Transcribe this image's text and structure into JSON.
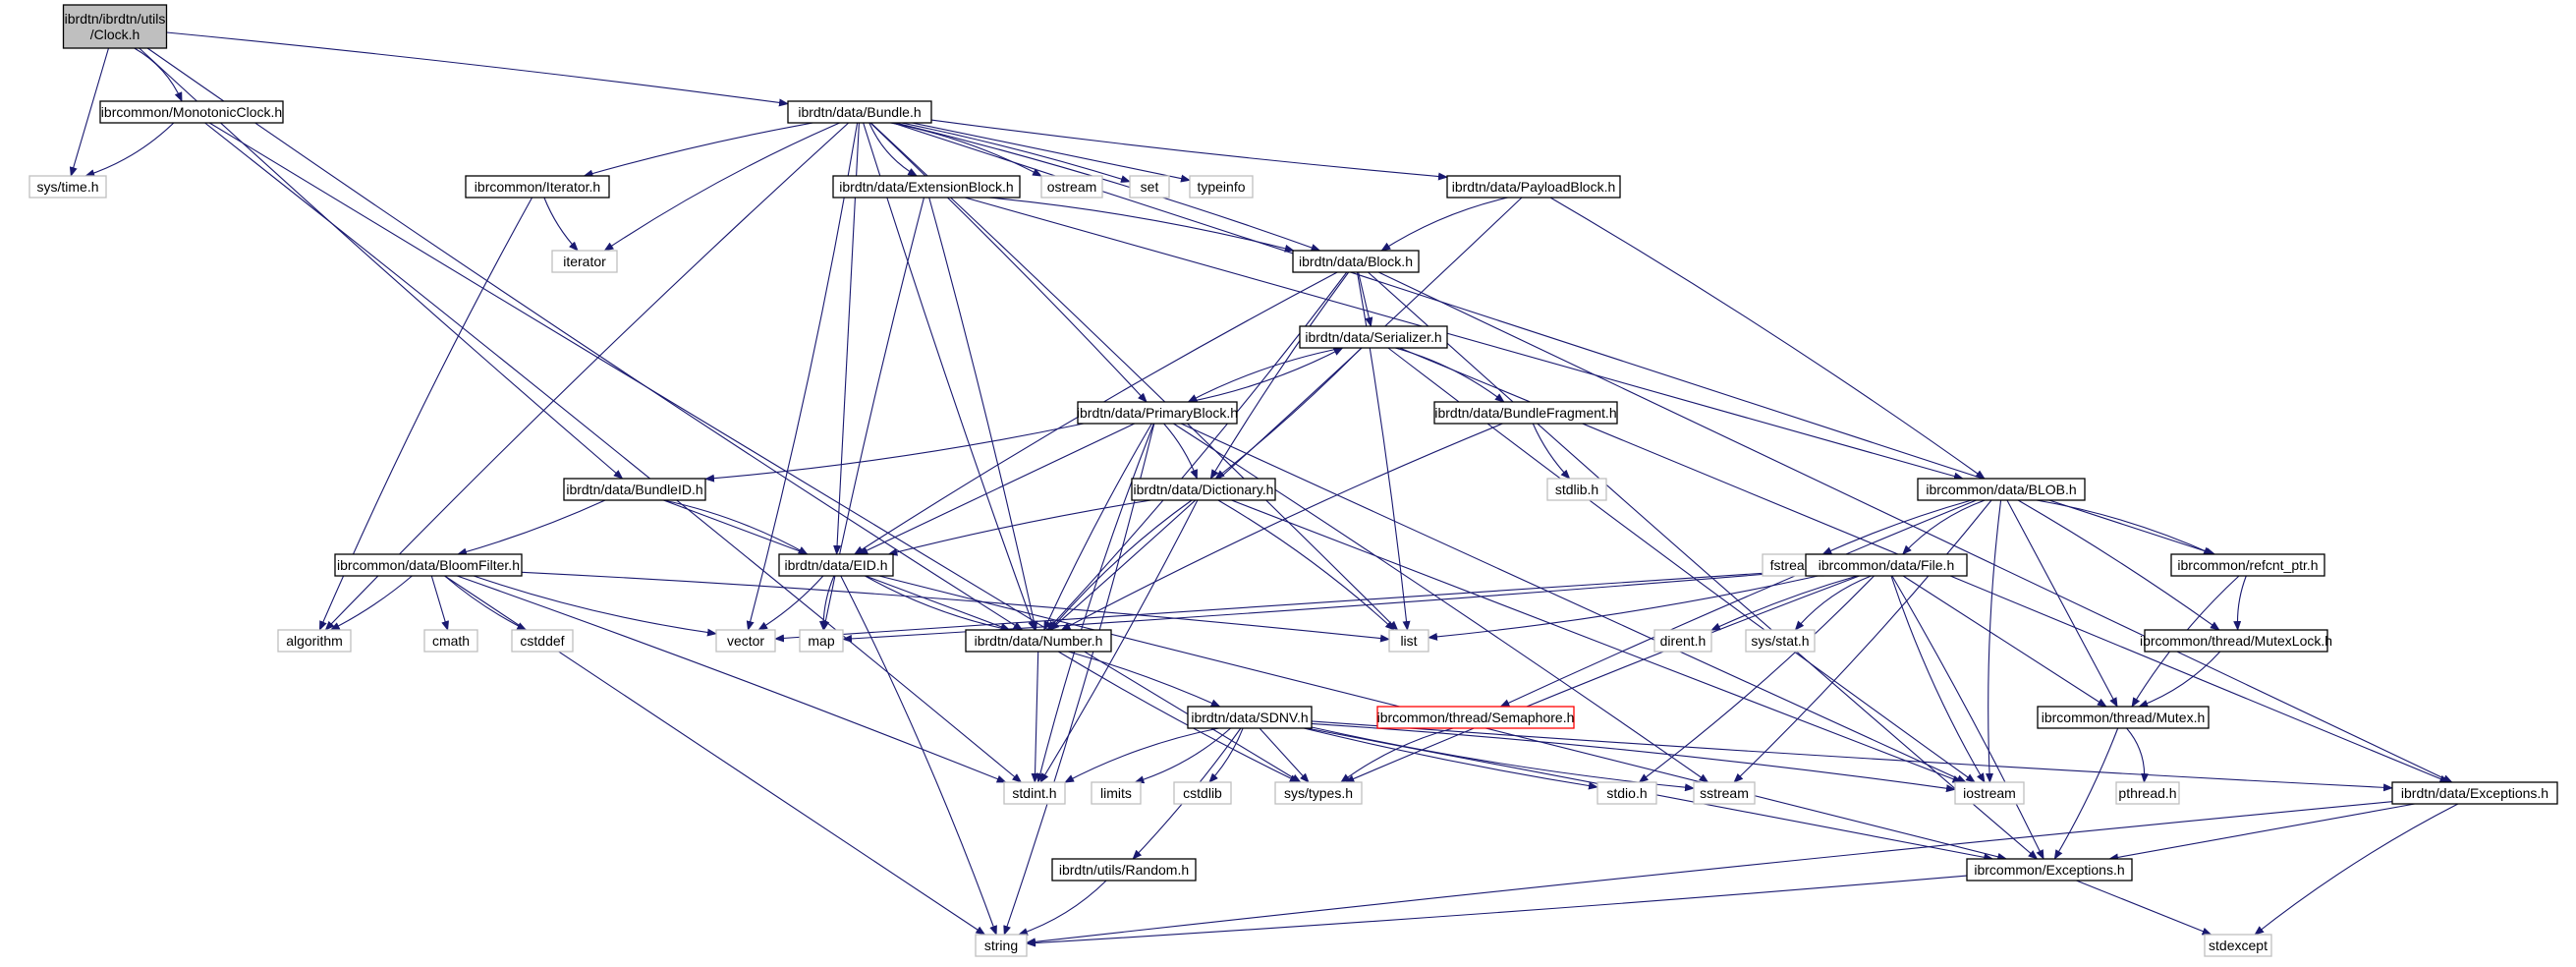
{
  "colors": {
    "edge": "#191970",
    "arrow": "#191970",
    "root_fill": "#bfbfbf",
    "root_border": "#000000",
    "documented_border": "#000000",
    "external_border": "#bfbfbf",
    "missing_border": "#ff0000",
    "node_fill": "#ffffff"
  },
  "nodes": [
    {
      "id": "clock",
      "kind": "root",
      "label": "ibrdtn/ibrdtn/utils\n/Clock.h"
    },
    {
      "id": "monotonic",
      "kind": "documented",
      "label": "ibrcommon/MonotonicClock.h"
    },
    {
      "id": "bundle",
      "kind": "documented",
      "label": "ibrdtn/data/Bundle.h"
    },
    {
      "id": "systime",
      "kind": "external",
      "label": "sys/time.h"
    },
    {
      "id": "iteratorh",
      "kind": "documented",
      "label": "ibrcommon/Iterator.h"
    },
    {
      "id": "extblock",
      "kind": "documented",
      "label": "ibrdtn/data/ExtensionBlock.h"
    },
    {
      "id": "ostream",
      "kind": "external",
      "label": "ostream"
    },
    {
      "id": "set",
      "kind": "external",
      "label": "set"
    },
    {
      "id": "typeinfo",
      "kind": "external",
      "label": "typeinfo"
    },
    {
      "id": "payload",
      "kind": "documented",
      "label": "ibrdtn/data/PayloadBlock.h"
    },
    {
      "id": "iterator",
      "kind": "external",
      "label": "iterator"
    },
    {
      "id": "block",
      "kind": "documented",
      "label": "ibrdtn/data/Block.h"
    },
    {
      "id": "serializer",
      "kind": "documented",
      "label": "ibrdtn/data/Serializer.h"
    },
    {
      "id": "primary",
      "kind": "documented",
      "label": "ibrdtn/data/PrimaryBlock.h"
    },
    {
      "id": "fragment",
      "kind": "documented",
      "label": "ibrdtn/data/BundleFragment.h"
    },
    {
      "id": "stdlib",
      "kind": "external",
      "label": "stdlib.h"
    },
    {
      "id": "bundleid",
      "kind": "documented",
      "label": "ibrdtn/data/BundleID.h"
    },
    {
      "id": "dictionary",
      "kind": "documented",
      "label": "ibrdtn/data/Dictionary.h"
    },
    {
      "id": "blob",
      "kind": "documented",
      "label": "ibrcommon/data/BLOB.h"
    },
    {
      "id": "fstream",
      "kind": "external",
      "label": "fstream"
    },
    {
      "id": "bloom",
      "kind": "documented",
      "label": "ibrcommon/data/BloomFilter.h"
    },
    {
      "id": "eid",
      "kind": "documented",
      "label": "ibrdtn/data/EID.h"
    },
    {
      "id": "file",
      "kind": "documented",
      "label": "ibrcommon/data/File.h"
    },
    {
      "id": "refcnt",
      "kind": "documented",
      "label": "ibrcommon/refcnt_ptr.h"
    },
    {
      "id": "algorithm",
      "kind": "external",
      "label": "algorithm"
    },
    {
      "id": "cmath",
      "kind": "external",
      "label": "cmath"
    },
    {
      "id": "cstddef",
      "kind": "external",
      "label": "cstddef"
    },
    {
      "id": "vector",
      "kind": "external",
      "label": "vector"
    },
    {
      "id": "map",
      "kind": "external",
      "label": "map"
    },
    {
      "id": "number",
      "kind": "documented",
      "label": "ibrdtn/data/Number.h"
    },
    {
      "id": "list",
      "kind": "external",
      "label": "list"
    },
    {
      "id": "dirent",
      "kind": "external",
      "label": "dirent.h"
    },
    {
      "id": "sysstat",
      "kind": "external",
      "label": "sys/stat.h"
    },
    {
      "id": "mutexlock",
      "kind": "documented",
      "label": "ibrcommon/thread/MutexLock.h"
    },
    {
      "id": "sdnv",
      "kind": "documented",
      "label": "ibrdtn/data/SDNV.h"
    },
    {
      "id": "semaphore",
      "kind": "missing",
      "label": "ibrcommon/thread/Semaphore.h"
    },
    {
      "id": "mutex",
      "kind": "documented",
      "label": "ibrcommon/thread/Mutex.h"
    },
    {
      "id": "stdint",
      "kind": "external",
      "label": "stdint.h"
    },
    {
      "id": "limits",
      "kind": "external",
      "label": "limits"
    },
    {
      "id": "cstdlib",
      "kind": "external",
      "label": "cstdlib"
    },
    {
      "id": "systypes",
      "kind": "external",
      "label": "sys/types.h"
    },
    {
      "id": "stdio",
      "kind": "external",
      "label": "stdio.h"
    },
    {
      "id": "sstream",
      "kind": "external",
      "label": "sstream"
    },
    {
      "id": "iostream",
      "kind": "external",
      "label": "iostream"
    },
    {
      "id": "pthread",
      "kind": "external",
      "label": "pthread.h"
    },
    {
      "id": "dataexc",
      "kind": "documented",
      "label": "ibrdtn/data/Exceptions.h"
    },
    {
      "id": "random",
      "kind": "documented",
      "label": "ibrdtn/utils/Random.h"
    },
    {
      "id": "exceptions",
      "kind": "documented",
      "label": "ibrcommon/Exceptions.h"
    },
    {
      "id": "string",
      "kind": "external",
      "label": "string"
    },
    {
      "id": "stdexcept",
      "kind": "external",
      "label": "stdexcept"
    }
  ],
  "edges": [
    [
      "clock",
      "monotonic"
    ],
    [
      "clock",
      "bundle"
    ],
    [
      "clock",
      "systime"
    ],
    [
      "clock",
      "bundleid"
    ],
    [
      "clock",
      "number"
    ],
    [
      "monotonic",
      "systime"
    ],
    [
      "monotonic",
      "stdint"
    ],
    [
      "monotonic",
      "systypes"
    ],
    [
      "bundle",
      "iteratorh"
    ],
    [
      "bundle",
      "extblock"
    ],
    [
      "bundle",
      "ostream"
    ],
    [
      "bundle",
      "set"
    ],
    [
      "bundle",
      "typeinfo"
    ],
    [
      "bundle",
      "payload"
    ],
    [
      "bundle",
      "iterator"
    ],
    [
      "bundle",
      "block"
    ],
    [
      "bundle",
      "primary"
    ],
    [
      "bundle",
      "eid"
    ],
    [
      "bundle",
      "number"
    ],
    [
      "bundle",
      "algorithm"
    ],
    [
      "bundle",
      "vector"
    ],
    [
      "bundle",
      "list"
    ],
    [
      "bundle",
      "refcnt"
    ],
    [
      "iteratorh",
      "iterator"
    ],
    [
      "iteratorh",
      "algorithm"
    ],
    [
      "extblock",
      "block"
    ],
    [
      "extblock",
      "number"
    ],
    [
      "extblock",
      "blob"
    ],
    [
      "extblock",
      "map"
    ],
    [
      "payload",
      "block"
    ],
    [
      "payload",
      "blob"
    ],
    [
      "payload",
      "number"
    ],
    [
      "block",
      "serializer"
    ],
    [
      "block",
      "dictionary"
    ],
    [
      "block",
      "eid"
    ],
    [
      "block",
      "number"
    ],
    [
      "block",
      "list"
    ],
    [
      "block",
      "dataexc"
    ],
    [
      "block",
      "exceptions"
    ],
    [
      "serializer",
      "primary"
    ],
    [
      "serializer",
      "fragment"
    ],
    [
      "serializer",
      "dictionary"
    ],
    [
      "serializer",
      "dataexc"
    ],
    [
      "serializer",
      "iostream"
    ],
    [
      "primary",
      "serializer"
    ],
    [
      "primary",
      "bundleid"
    ],
    [
      "primary",
      "dictionary"
    ],
    [
      "primary",
      "eid"
    ],
    [
      "primary",
      "number"
    ],
    [
      "primary",
      "stdint"
    ],
    [
      "primary",
      "string"
    ],
    [
      "primary",
      "sstream"
    ],
    [
      "primary",
      "iostream"
    ],
    [
      "fragment",
      "stdlib"
    ],
    [
      "fragment",
      "number"
    ],
    [
      "bundleid",
      "eid"
    ],
    [
      "bundleid",
      "bloom"
    ],
    [
      "bundleid",
      "number"
    ],
    [
      "dictionary",
      "eid"
    ],
    [
      "dictionary",
      "number"
    ],
    [
      "dictionary",
      "list"
    ],
    [
      "dictionary",
      "stdint"
    ],
    [
      "dictionary",
      "iostream"
    ],
    [
      "blob",
      "fstream"
    ],
    [
      "blob",
      "file"
    ],
    [
      "blob",
      "refcnt"
    ],
    [
      "blob",
      "mutexlock"
    ],
    [
      "blob",
      "mutex"
    ],
    [
      "blob",
      "semaphore"
    ],
    [
      "blob",
      "iostream"
    ],
    [
      "blob",
      "sstream"
    ],
    [
      "bloom",
      "algorithm"
    ],
    [
      "bloom",
      "cmath"
    ],
    [
      "bloom",
      "cstddef"
    ],
    [
      "bloom",
      "vector"
    ],
    [
      "bloom",
      "list"
    ],
    [
      "bloom",
      "stdint"
    ],
    [
      "bloom",
      "string"
    ],
    [
      "eid",
      "map"
    ],
    [
      "eid",
      "number"
    ],
    [
      "eid",
      "string"
    ],
    [
      "eid",
      "vector"
    ],
    [
      "eid",
      "exceptions"
    ],
    [
      "file",
      "dirent"
    ],
    [
      "file",
      "sysstat"
    ],
    [
      "file",
      "list"
    ],
    [
      "file",
      "map"
    ],
    [
      "file",
      "vector"
    ],
    [
      "file",
      "systypes"
    ],
    [
      "file",
      "iostream"
    ],
    [
      "file",
      "stdio"
    ],
    [
      "file",
      "exceptions"
    ],
    [
      "file",
      "mutex"
    ],
    [
      "refcnt",
      "mutexlock"
    ],
    [
      "refcnt",
      "mutex"
    ],
    [
      "mutexlock",
      "mutex"
    ],
    [
      "number",
      "sdnv"
    ],
    [
      "number",
      "stdint"
    ],
    [
      "number",
      "systypes"
    ],
    [
      "sdnv",
      "stdint"
    ],
    [
      "sdnv",
      "limits"
    ],
    [
      "sdnv",
      "cstdlib"
    ],
    [
      "sdnv",
      "systypes"
    ],
    [
      "sdnv",
      "stdio"
    ],
    [
      "sdnv",
      "sstream"
    ],
    [
      "sdnv",
      "iostream"
    ],
    [
      "sdnv",
      "random"
    ],
    [
      "sdnv",
      "exceptions"
    ],
    [
      "sdnv",
      "dataexc"
    ],
    [
      "semaphore",
      "systypes"
    ],
    [
      "mutex",
      "pthread"
    ],
    [
      "mutex",
      "exceptions"
    ],
    [
      "dataexc",
      "exceptions"
    ],
    [
      "dataexc",
      "string"
    ],
    [
      "dataexc",
      "stdexcept"
    ],
    [
      "random",
      "string"
    ],
    [
      "exceptions",
      "string"
    ],
    [
      "exceptions",
      "stdexcept"
    ]
  ]
}
